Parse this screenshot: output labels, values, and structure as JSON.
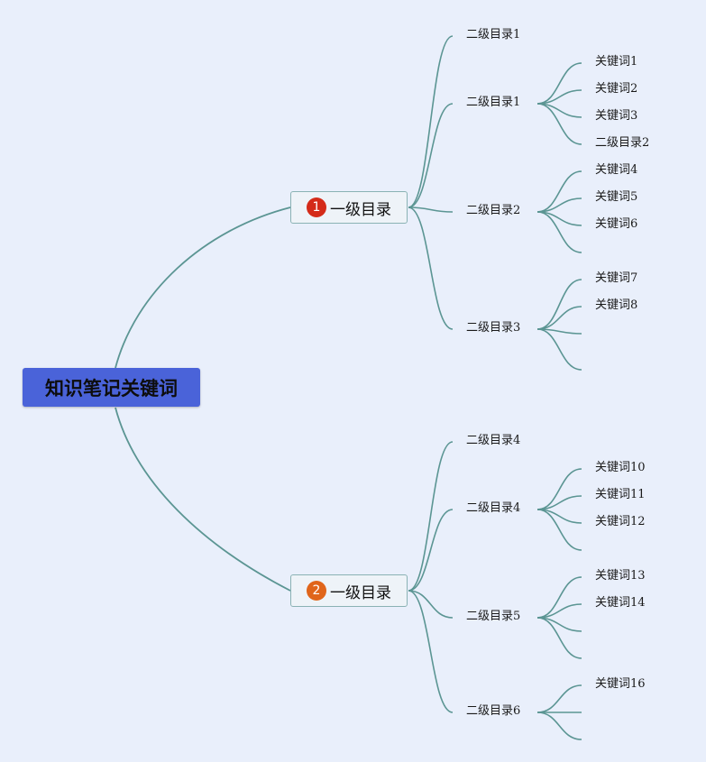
{
  "root": {
    "label": "知识笔记关键词"
  },
  "theme": {
    "line_color": "#5b9593",
    "badge_colors": [
      "#d42b19",
      "#e0651a"
    ]
  },
  "branches": [
    {
      "badge": "1",
      "label": "一级目录",
      "children": [
        {
          "label": "二级目录1",
          "children": []
        },
        {
          "label": "二级目录1",
          "children": [
            "关键词1",
            "关键词2",
            "关键词3",
            "二级目录2"
          ]
        },
        {
          "label": "二级目录2",
          "children": [
            "关键词4",
            "关键词5",
            "关键词6",
            ""
          ]
        },
        {
          "label": "二级目录3",
          "children": [
            "关键词7",
            "关键词8",
            "",
            ""
          ]
        }
      ]
    },
    {
      "badge": "2",
      "label": "一级目录",
      "children": [
        {
          "label": "二级目录4",
          "children": []
        },
        {
          "label": "二级目录4",
          "children": [
            "关键词10",
            "关键词11",
            "关键词12",
            ""
          ]
        },
        {
          "label": "二级目录5",
          "children": [
            "关键词13",
            "关键词14",
            "",
            ""
          ]
        },
        {
          "label": "二级目录6",
          "children": [
            "关键词16",
            "",
            ""
          ]
        }
      ]
    }
  ]
}
